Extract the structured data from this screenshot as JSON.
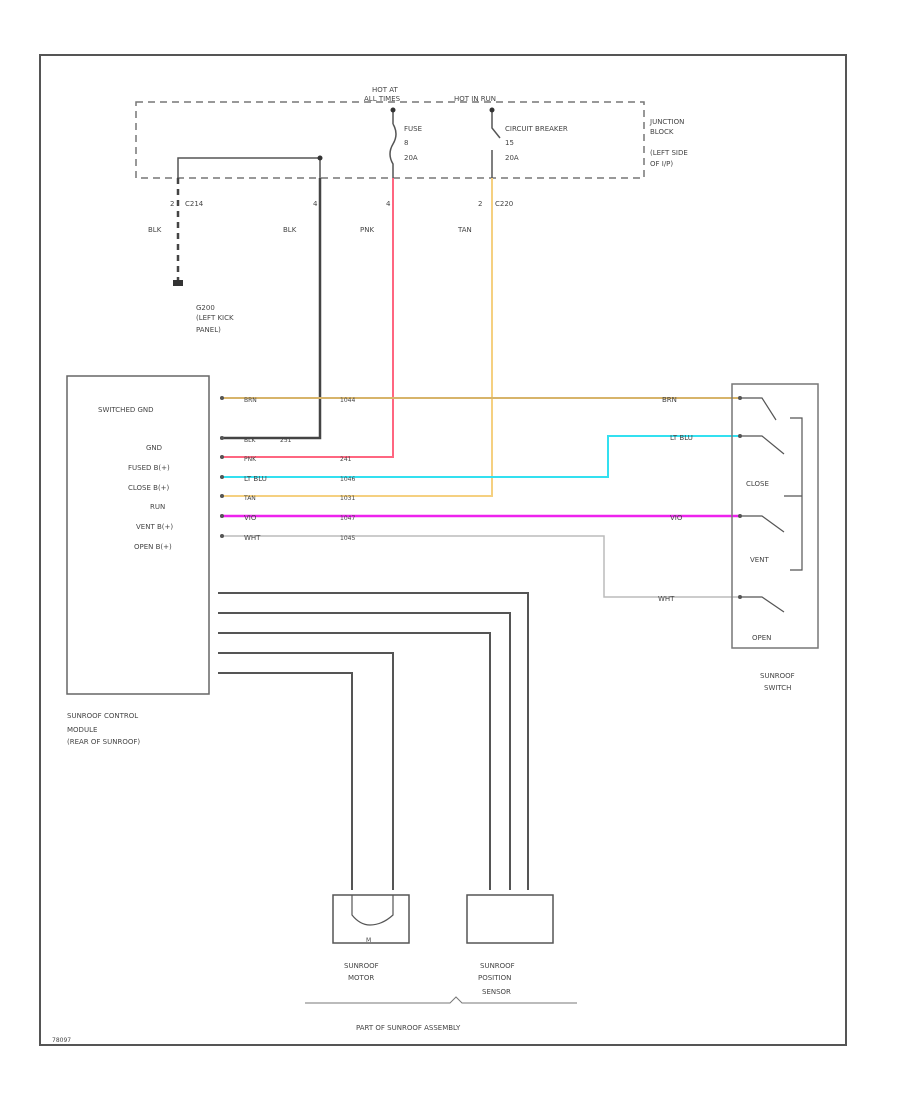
{
  "junction_block": {
    "hot_at_all_times": [
      "HOT AT",
      "ALL TIMES"
    ],
    "hot_in_run": "HOT IN RUN",
    "fuse": [
      "FUSE",
      "8",
      "20A"
    ],
    "circuit_breaker": [
      "CIRCUIT BREAKER",
      "15",
      "20A"
    ],
    "name": [
      "JUNCTION",
      "BLOCK",
      "(LEFT SIDE",
      "OF I/P)"
    ]
  },
  "connectors": {
    "c2": "C214",
    "c3": "C220"
  },
  "pins": {
    "p1": "2",
    "p2": "4",
    "p3": "4",
    "p4": "2"
  },
  "ground": {
    "wire": "BLK",
    "name": [
      "G200",
      "(LEFT KICK",
      "PANEL)"
    ]
  },
  "wires": {
    "blk": "BLK",
    "pnk": "PNK",
    "tan": "TAN",
    "brn": "BRN",
    "lt_blu": "LT BLU",
    "vio": "VIO",
    "wht": "WHT"
  },
  "module": {
    "labels": [
      "SWITCHED GND",
      "GND",
      "FUSED B(+)",
      "CLOSE B(+)",
      "RUN",
      "VENT B(+)",
      "OPEN B(+)"
    ],
    "circuits": [
      "1044",
      "251",
      "241",
      "1046",
      "1031",
      "1047",
      "1045"
    ],
    "name": [
      "SUNROOF CONTROL",
      "MODULE",
      "(REAR OF SUNROOF)"
    ]
  },
  "switch": {
    "close": "CLOSE",
    "vent": "VENT",
    "open": "OPEN",
    "name": [
      "SUNROOF",
      "SWITCH"
    ]
  },
  "motor": {
    "label": "M",
    "name": [
      "SUNROOF",
      "MOTOR"
    ]
  },
  "sensor": {
    "name": [
      "SUNROOF",
      "POSITION",
      "SENSOR"
    ]
  },
  "assembly": "PART OF SUNROOF ASSEMBLY",
  "code": "78097"
}
